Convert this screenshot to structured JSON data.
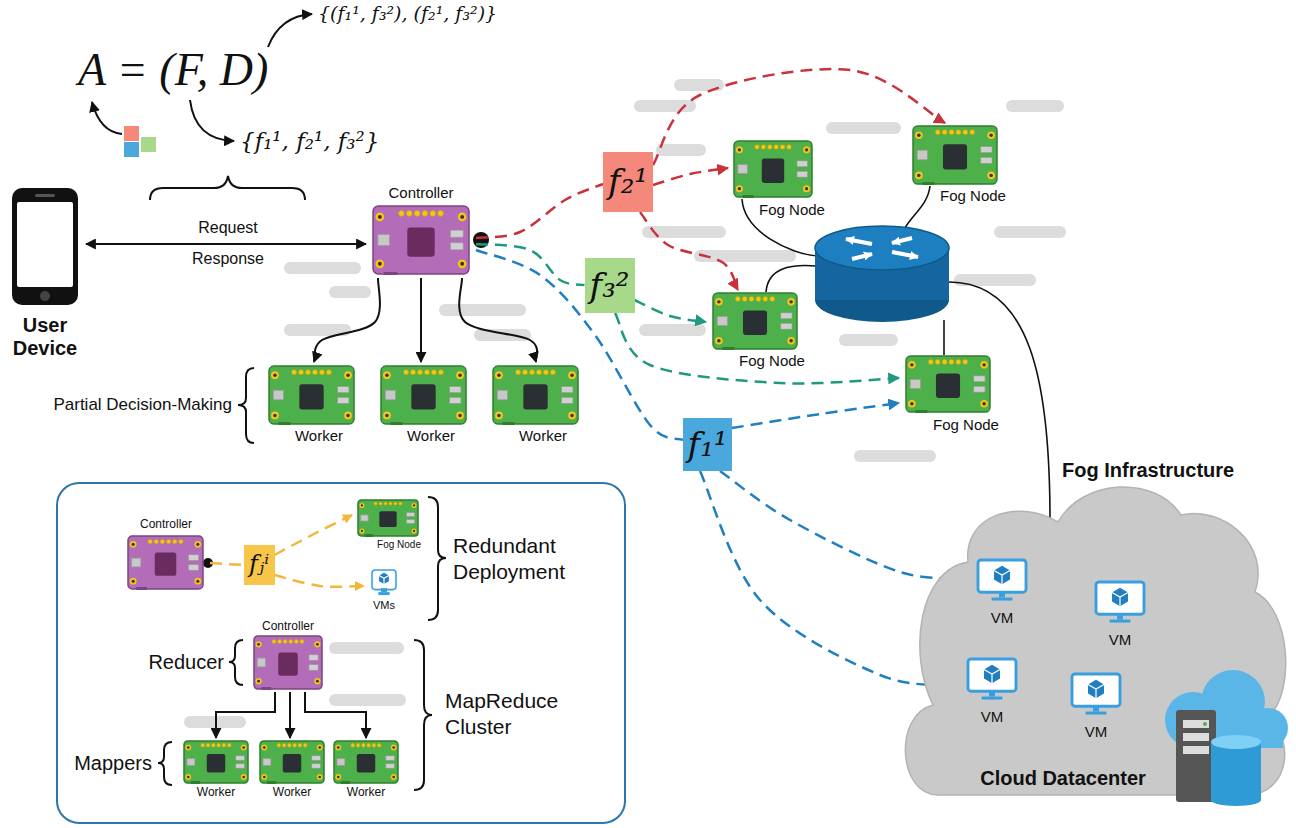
{
  "diagram": {
    "nodes": [
      {
        "text": [
          "User Device"
        ]
      },
      {
        "text": [
          "Controller"
        ]
      },
      {
        "text": [
          "f₂¹"
        ]
      },
      {
        "text": [
          "Fog Node"
        ]
      },
      {
        "text": [
          "Fog Node"
        ]
      },
      {
        "text": [
          "f₃²"
        ]
      },
      {
        "text": [
          "Fog Node"
        ]
      },
      {
        "text": [
          "Fog Node"
        ]
      },
      {
        "text": [
          "Worker"
        ]
      },
      {
        "text": [
          "Worker"
        ]
      },
      {
        "text": [
          "Worker"
        ]
      },
      {
        "text": [
          "f₁¹"
        ]
      },
      {
        "text": [
          "Cloud Datacenter"
        ]
      },
      {
        "text": [
          "VM"
        ],
        "in": 12
      },
      {
        "text": [
          "VM"
        ],
        "in": 12
      },
      {
        "text": [
          "VM"
        ],
        "in": 12
      },
      {
        "text": [
          "VM"
        ],
        "in": 12
      },
      {
        "text": [
          "Controller"
        ]
      },
      {
        "text": [
          "fⱼⁱ"
        ]
      },
      {
        "text": [
          "Fog Node"
        ]
      },
      {
        "text": [
          "VMs"
        ]
      },
      {
        "text": [
          "Controller"
        ]
      },
      {
        "text": [
          "Worker"
        ]
      },
      {
        "text": [
          "Worker"
        ]
      },
      {
        "text": [
          "Worker"
        ]
      }
    ],
    "edges": [
      {
        "from": 0,
        "to": 1,
        "arrow": "both"
      },
      {
        "from": 1,
        "to": 2,
        "arrow": "none"
      },
      {
        "from": 2,
        "to": 4,
        "arrow": "to"
      },
      {
        "from": 2,
        "to": 3,
        "arrow": "to"
      },
      {
        "from": 2,
        "to": 6,
        "arrow": "to"
      },
      {
        "from": 1,
        "to": 5,
        "arrow": "none"
      },
      {
        "from": 5,
        "to": 6,
        "arrow": "to"
      },
      {
        "from": 5,
        "to": 7,
        "arrow": "to"
      },
      {
        "from": 1,
        "to": 11,
        "arrow": "none"
      },
      {
        "from": 11,
        "to": 7,
        "arrow": "to"
      },
      {
        "from": 11,
        "to": 13,
        "arrow": "to"
      },
      {
        "from": 11,
        "to": 15,
        "arrow": "to"
      },
      {
        "from": 1,
        "to": 8,
        "arrow": "to"
      },
      {
        "from": 1,
        "to": 9,
        "arrow": "to"
      },
      {
        "from": 1,
        "to": 10,
        "arrow": "to"
      },
      {
        "from": 17,
        "to": 18,
        "arrow": "none"
      },
      {
        "from": 18,
        "to": 19,
        "arrow": "to"
      },
      {
        "from": 18,
        "to": 20,
        "arrow": "to"
      },
      {
        "from": 21,
        "to": 22,
        "arrow": "to"
      },
      {
        "from": 21,
        "to": 23,
        "arrow": "to"
      },
      {
        "from": 21,
        "to": 24,
        "arrow": "to"
      }
    ],
    "labels": [
      "A = (F, D)",
      "{(f₁¹, f₃²), (f₂¹, f₃²)}",
      "{f₁¹, f₂¹, f₃²}",
      "Request",
      "Response",
      "Partial Decision-Making",
      "Fog Infrastructure",
      "Redundant Deployment",
      "Reducer",
      "MapReduce Cluster",
      "Mappers"
    ]
  }
}
